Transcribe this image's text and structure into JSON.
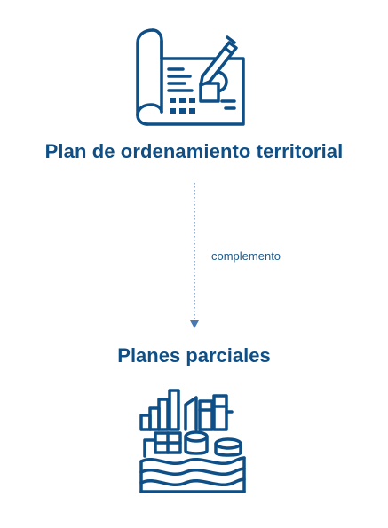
{
  "nodes": {
    "top": {
      "label": "Plan de ordenamiento territorial",
      "icon": "blueprint-pencil-icon"
    },
    "bottom": {
      "label": "Planes parciales",
      "icon": "industrial-plant-icon"
    }
  },
  "edge": {
    "label": "complemento",
    "style": "dotted",
    "direction": "down"
  },
  "colors": {
    "primary": "#0d4f86",
    "connector": "#4a78b0"
  }
}
